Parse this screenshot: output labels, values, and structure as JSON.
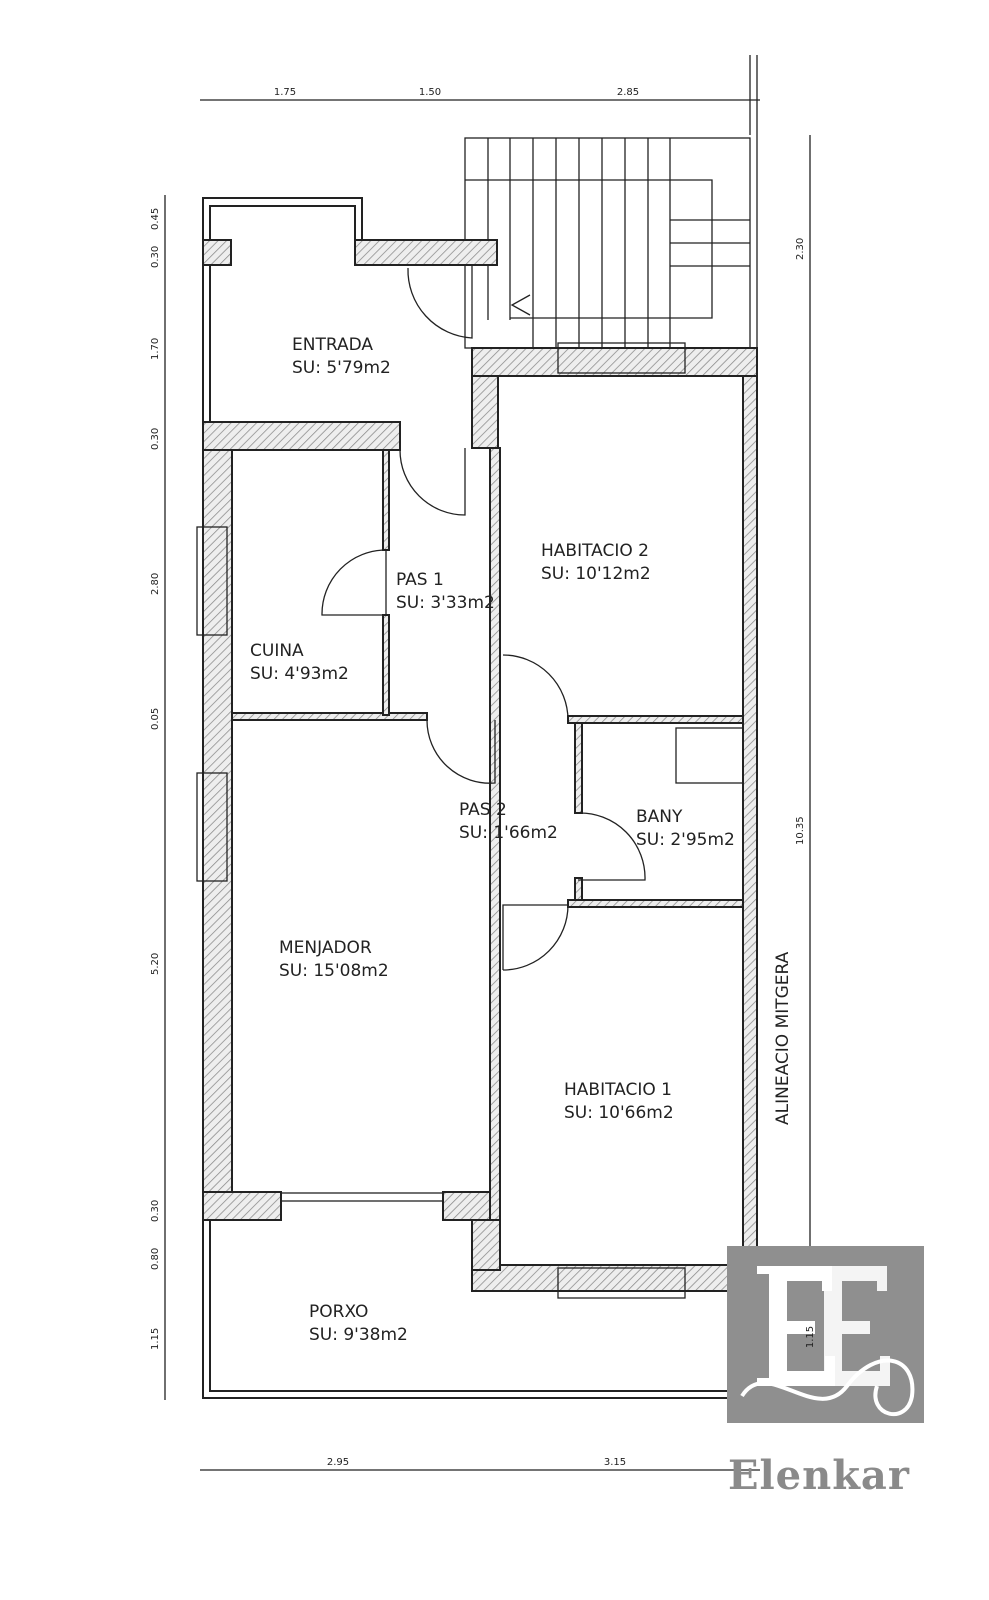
{
  "rooms": [
    {
      "name": "ENTRADA",
      "area": "SU:  5'79m2"
    },
    {
      "name": "HABITACIO  2",
      "area": "SU:  10'12m2"
    },
    {
      "name": "PAS  1",
      "area": "SU:  3'33m2"
    },
    {
      "name": "CUINA",
      "area": "SU:  4'93m2"
    },
    {
      "name": "PAS  2",
      "area": "SU:  1'66m2"
    },
    {
      "name": "BANY",
      "area": "SU:  2'95m2"
    },
    {
      "name": "MENJADOR",
      "area": "SU:  15'08m2"
    },
    {
      "name": "HABITACIO  1",
      "area": "SU:  10'66m2"
    },
    {
      "name": "PORXO",
      "area": "SU:  9'38m2"
    }
  ],
  "dims": {
    "top": [
      "1.75",
      "1.50",
      "2.85"
    ],
    "bottom": [
      "2.95",
      "3.15"
    ],
    "left": [
      "0.30",
      "0.45",
      "1.70",
      "0.30",
      "2.80",
      "0.05",
      "5.20",
      "0.30",
      "0.80",
      "1.15"
    ],
    "right": [
      "2.30",
      "10.35",
      "1.15"
    ]
  },
  "side_label": "ALINEACIO MITGERA",
  "brand": {
    "name": "Elenkar",
    "monogram": "EE"
  }
}
